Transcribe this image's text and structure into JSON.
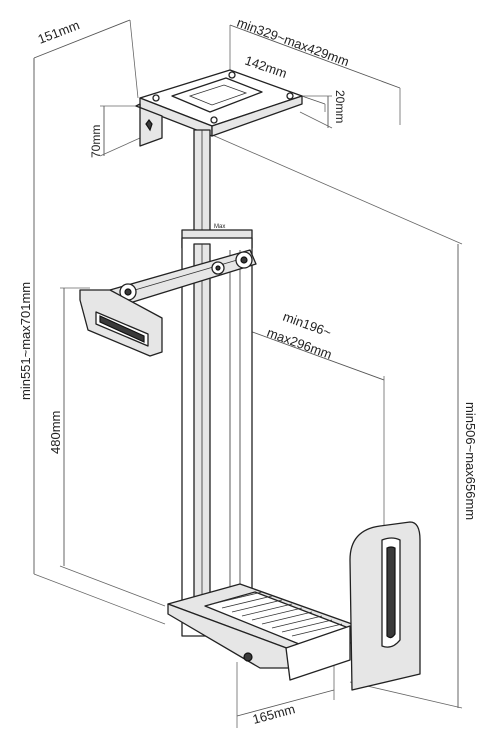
{
  "diagram": {
    "dimensions": {
      "base_width": "151mm",
      "length_range": "min329~max429mm",
      "plate_width": "142mm",
      "plate_height": "20mm",
      "bracket_height": "70mm",
      "overall_height": "min551~max701mm",
      "arm_height": "480mm",
      "arm_reach": "min196~\nmax296mm",
      "arm_reach_line1": "min196~",
      "arm_reach_line2": "max296mm",
      "holder_height": "min506~max656mm",
      "tray_width": "165mm"
    },
    "product_mark": "Max"
  }
}
